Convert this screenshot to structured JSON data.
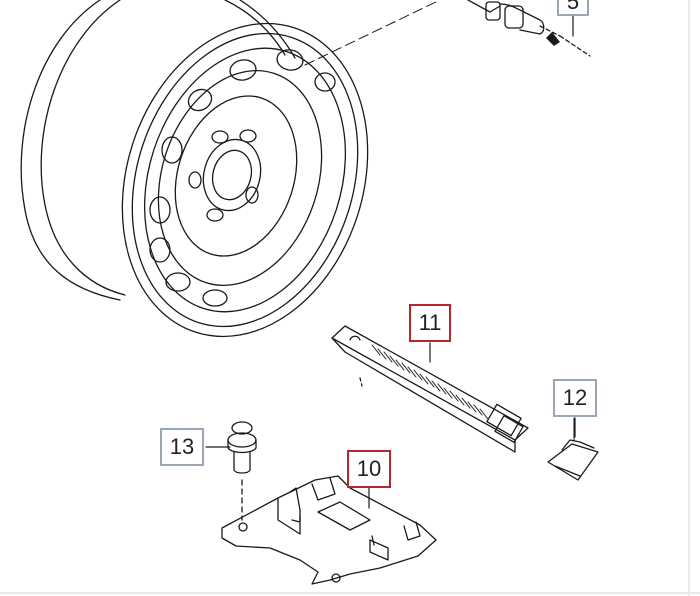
{
  "diagram": {
    "callouts": [
      {
        "id": "5",
        "label": "5",
        "style": "grey"
      },
      {
        "id": "11",
        "label": "11",
        "style": "red"
      },
      {
        "id": "12",
        "label": "12",
        "style": "grey"
      },
      {
        "id": "13",
        "label": "13",
        "style": "grey"
      },
      {
        "id": "10",
        "label": "10",
        "style": "red"
      }
    ],
    "colors": {
      "line": "#1a1a1a",
      "highlight_border": "#b8252b",
      "normal_border": "#9aa8b6",
      "background": "#ffffff"
    }
  }
}
